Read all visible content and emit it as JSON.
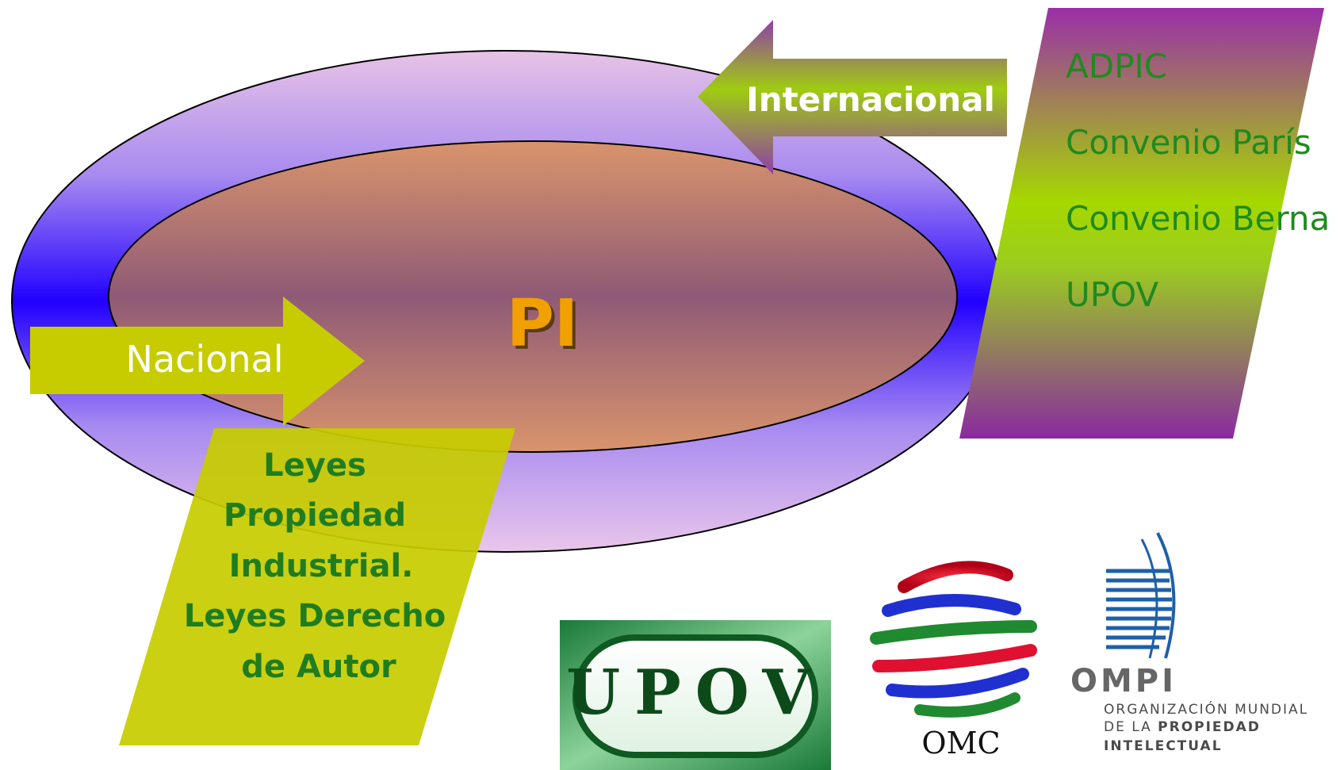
{
  "center": {
    "title": "PI"
  },
  "international": {
    "arrow_label": "Internacional",
    "items": [
      "ADPIC",
      "Convenio  París",
      "Convenio Berna",
      "UPOV"
    ]
  },
  "national": {
    "arrow_label": "Nacional",
    "lines": [
      "Leyes",
      "Propiedad",
      "Industrial.",
      "Leyes Derecho",
      "de Autor"
    ]
  },
  "logos": {
    "upov": "UPOV",
    "omc": "OMC",
    "ompi": {
      "name": "OMPI",
      "line1": "ORGANIZACIÓN MUNDIAL",
      "line2a": "DE LA ",
      "line2b": "PROPIEDAD",
      "line3": "INTELECTUAL"
    }
  },
  "colors": {
    "outer_ellipse": "#3a2cf0",
    "inner_ellipse": "#9a6070",
    "arrow_green": "#c7cc00",
    "parallelogram_purple": "#8a2aa0",
    "text_green": "#1f8a1f",
    "title_orange": "#f0a000"
  }
}
